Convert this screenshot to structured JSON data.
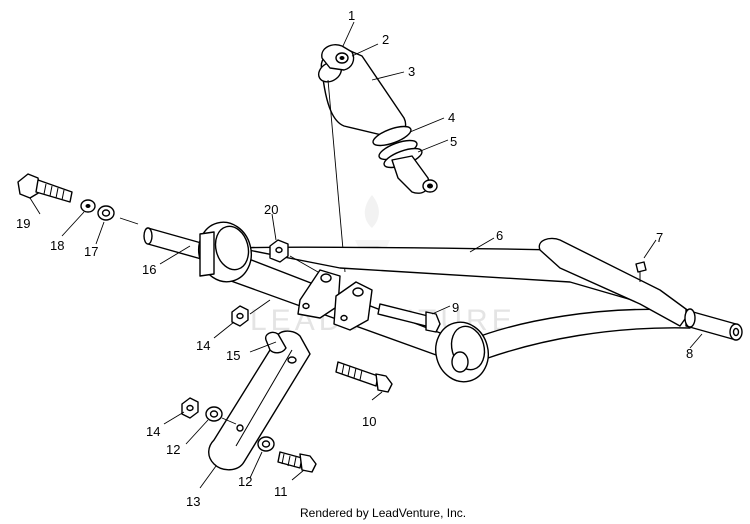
{
  "watermark": "LEADVENTURE",
  "credit": "Rendered by LeadVenture, Inc.",
  "callouts": {
    "c1": "1",
    "c2": "2",
    "c3": "3",
    "c4": "4",
    "c5": "5",
    "c6": "6",
    "c7": "7",
    "c8": "8",
    "c9": "9",
    "c10": "10",
    "c11": "11",
    "c12a": "12",
    "c12b": "12",
    "c13": "13",
    "c14a": "14",
    "c14b": "14",
    "c15": "15",
    "c16": "16",
    "c17": "17",
    "c18": "18",
    "c19": "19",
    "c20": "20"
  }
}
